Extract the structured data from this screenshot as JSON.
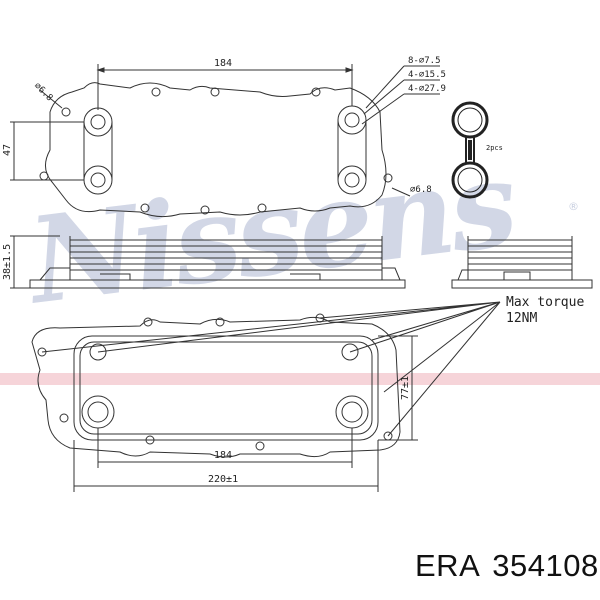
{
  "watermark": {
    "brand": "Nissens",
    "registered": "®"
  },
  "top_view": {
    "dim_width": "184",
    "dim_height": "47",
    "dim_bolt_left": "⌀6.8",
    "dim_bolt_right": "⌀6.8",
    "callouts": [
      "8-⌀7.5",
      "4-⌀15.5",
      "4-⌀27.9"
    ],
    "seal_label": "2pcs"
  },
  "side_view": {
    "dim_height": "38±1.5"
  },
  "bottom_view": {
    "torque_label": "Max torque",
    "torque_value": "12NM",
    "dim_inner": "184",
    "dim_outer": "220±1",
    "dim_height": "77±1"
  },
  "caption": {
    "brand": "ERA",
    "part_number": "354108"
  }
}
